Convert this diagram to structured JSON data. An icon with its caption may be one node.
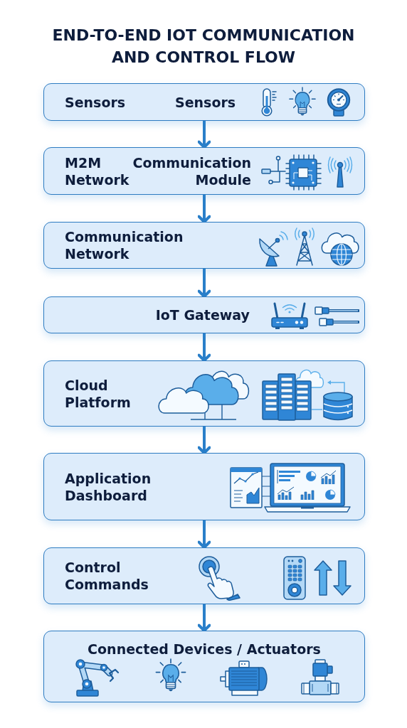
{
  "diagram": {
    "title": "END-TO-END IOT COMMUNICATION AND CONTROL FLOW",
    "nodes": [
      {
        "text": [
          "Sensors",
          "Sensors"
        ]
      },
      {
        "text": [
          "M2M Communication Network Module"
        ]
      },
      {
        "text": [
          "Communication Network"
        ]
      },
      {
        "text": [
          "IoT Gateway"
        ]
      },
      {
        "text": [
          "Cloud Platform"
        ]
      },
      {
        "text": [
          "Application Dashboard"
        ]
      },
      {
        "text": [
          "Control Commands"
        ]
      },
      {
        "text": [
          "Connected Devices / Actuators"
        ]
      }
    ],
    "edges": [
      {
        "from": 0,
        "to": 1,
        "arrow": "to"
      },
      {
        "from": 1,
        "to": 2,
        "arrow": "to"
      },
      {
        "from": 2,
        "to": 3,
        "arrow": "to"
      },
      {
        "from": 3,
        "to": 4,
        "arrow": "to"
      },
      {
        "from": 4,
        "to": 5,
        "arrow": "to"
      },
      {
        "from": 5,
        "to": 6,
        "arrow": "to"
      },
      {
        "from": 6,
        "to": 7,
        "arrow": "to"
      }
    ]
  }
}
